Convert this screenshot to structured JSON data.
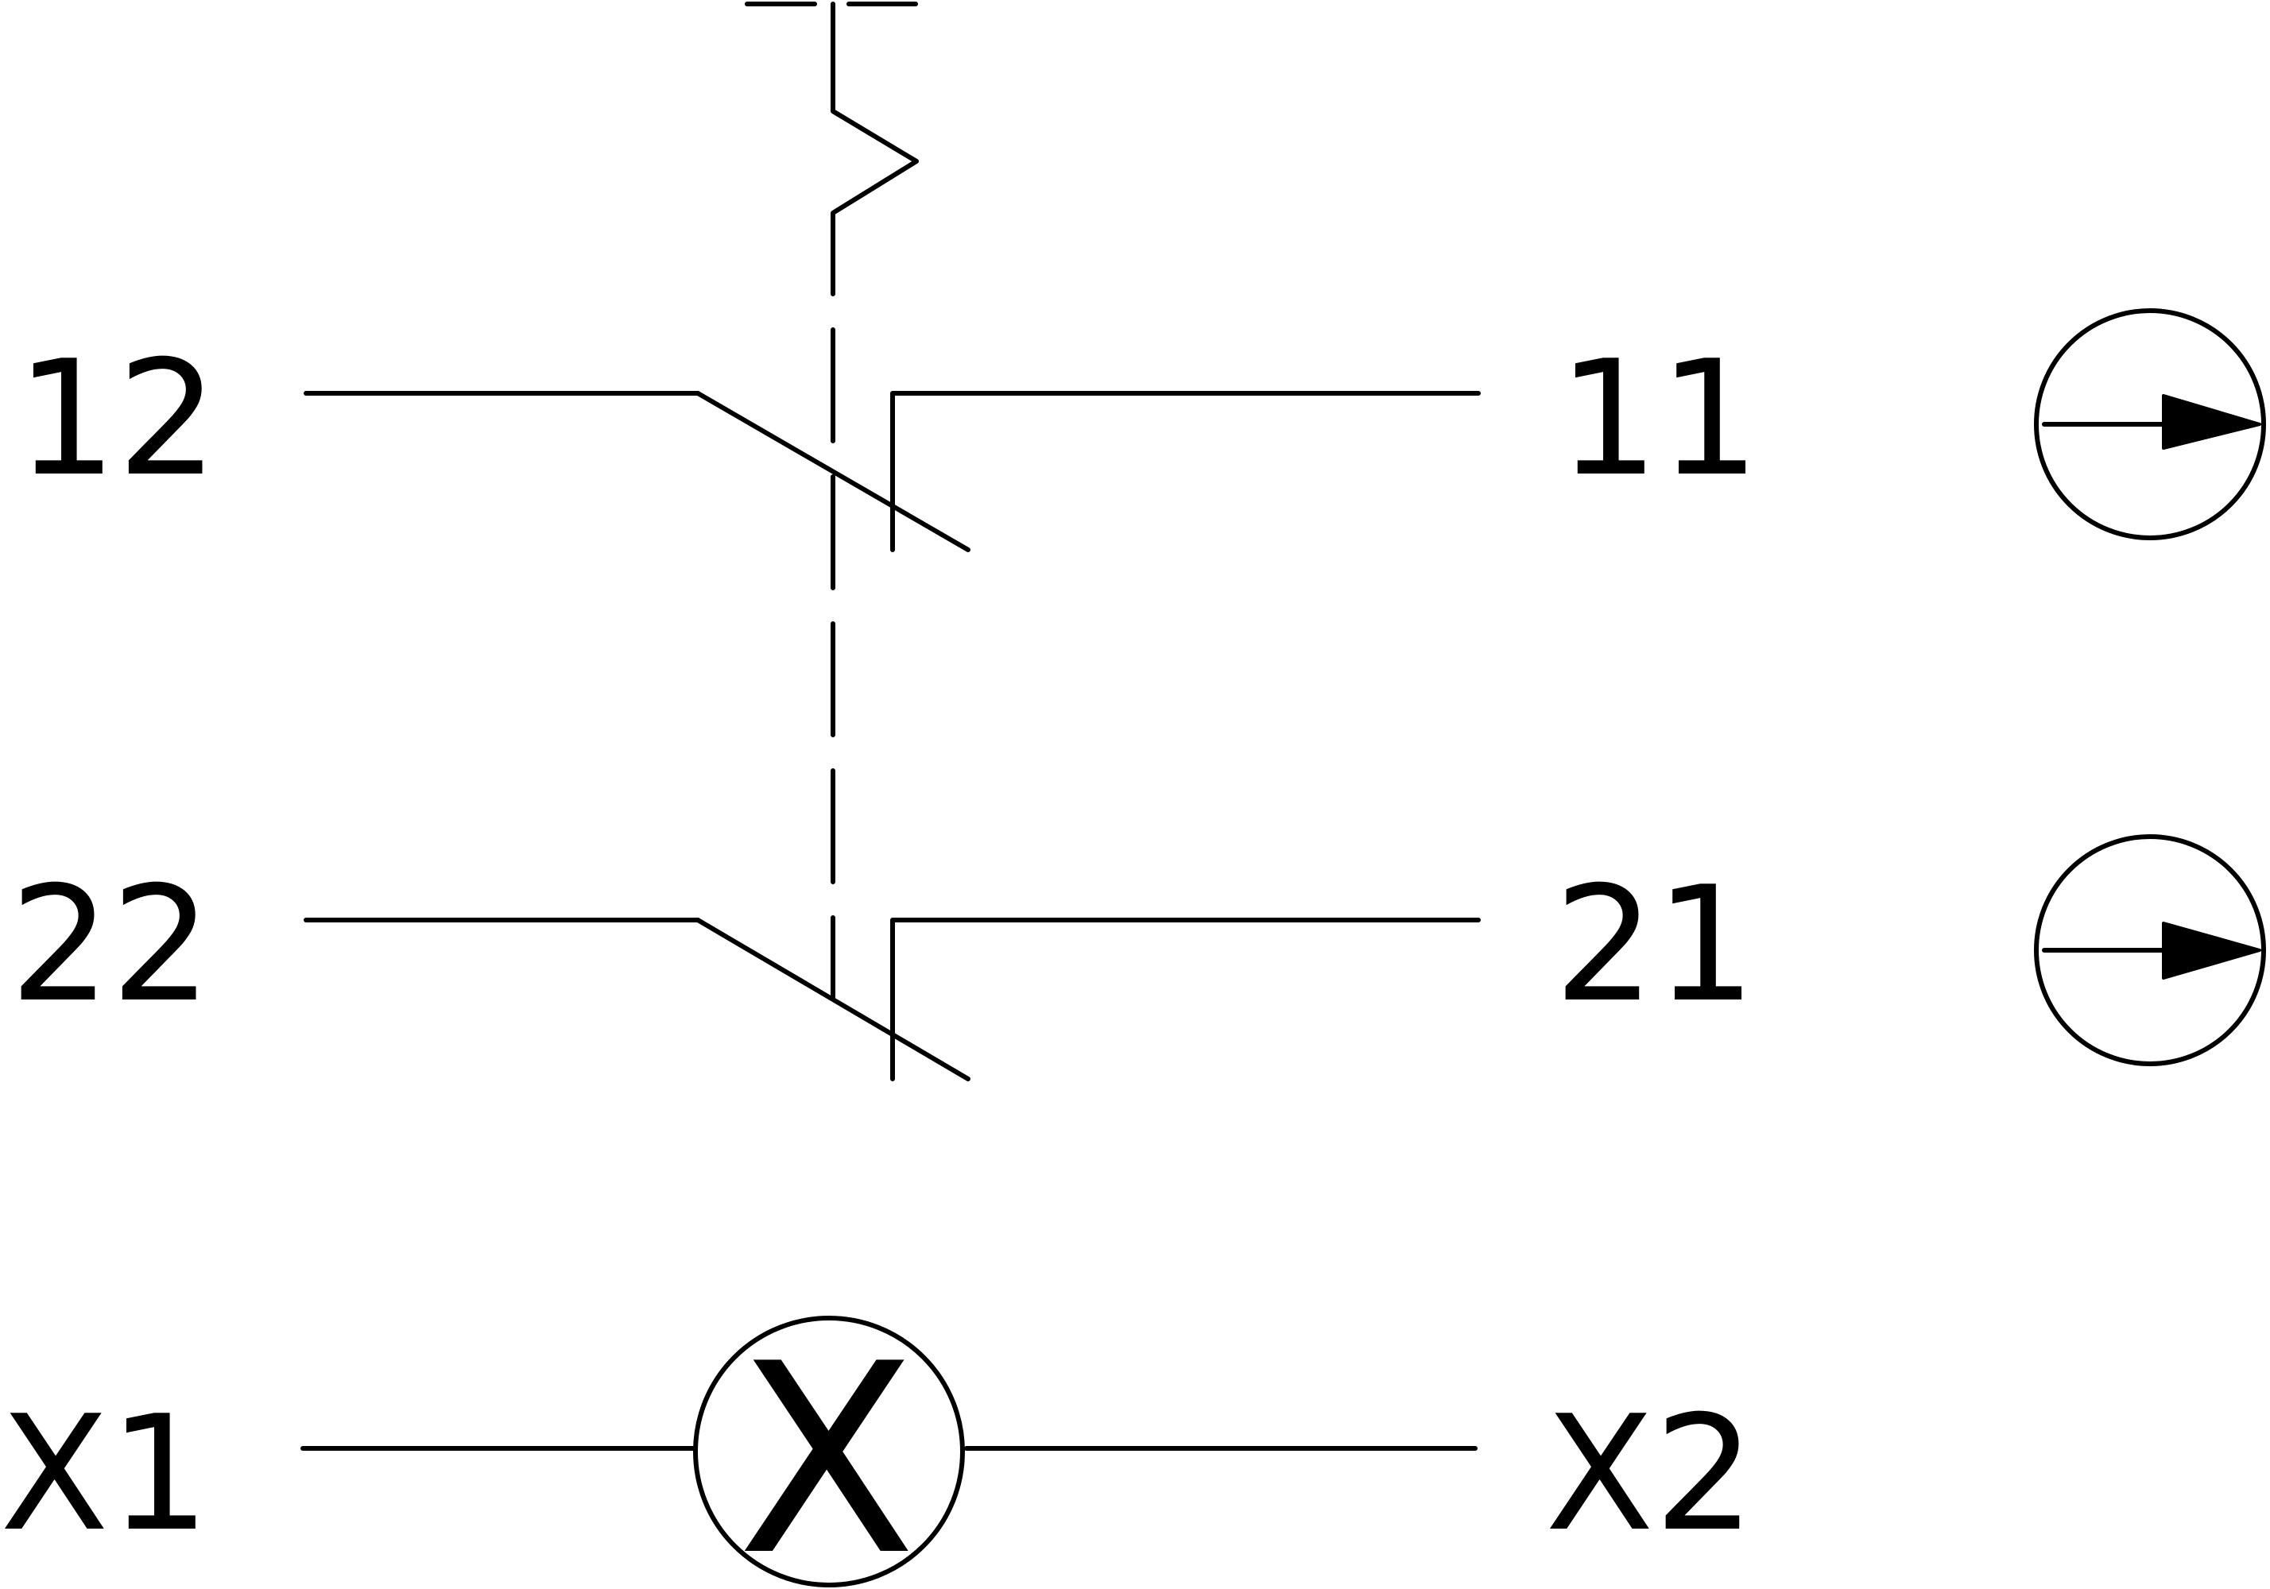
{
  "terminals": {
    "nc1_left": "12",
    "nc1_right": "11",
    "nc2_left": "22",
    "nc2_right": "21",
    "lamp_left": "X1",
    "lamp_right": "X2"
  },
  "lamp": {
    "symbol": "X"
  },
  "icons": {
    "actuator": "push-button-actuator-icon",
    "contact_indicator": "direction-arrow-circle-icon",
    "lamp": "indicator-lamp-icon"
  },
  "colors": {
    "line": "#000000",
    "background": "#ffffff"
  }
}
